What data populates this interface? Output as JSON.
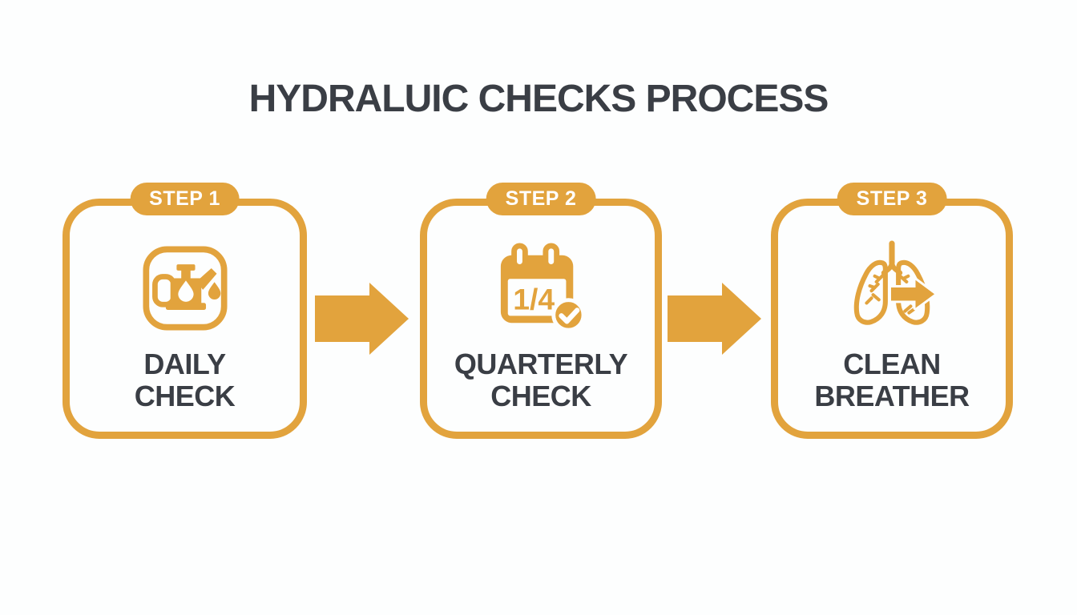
{
  "title": "HYDRALUIC CHECKS PROCESS",
  "colors": {
    "accent": "#E2A33D",
    "text_dark": "#3A3E45",
    "background": "#FDFEFE",
    "badge_text": "#FFFFFF"
  },
  "steps": [
    {
      "badge": "STEP 1",
      "label_line1": "DAILY",
      "label_line2": "CHECK",
      "icon": "oil-can-icon"
    },
    {
      "badge": "STEP 2",
      "label_line1": "QUARTERLY",
      "label_line2": "CHECK",
      "icon": "calendar-check-icon",
      "calendar_text": "1/4"
    },
    {
      "badge": "STEP 3",
      "label_line1": "CLEAN",
      "label_line2": "BREATHER",
      "icon": "lungs-arrow-icon"
    }
  ]
}
